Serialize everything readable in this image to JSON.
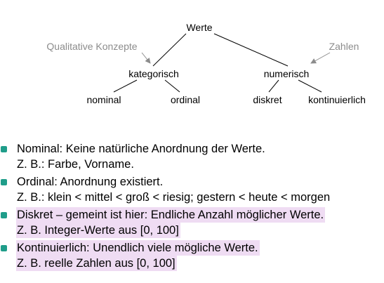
{
  "diagram": {
    "root": "Werte",
    "categories": [
      {
        "label": "kategorisch",
        "children": [
          "nominal",
          "ordinal"
        ]
      },
      {
        "label": "numerisch",
        "children": [
          "diskret",
          "kontinuierlich"
        ]
      }
    ],
    "annotations": [
      {
        "label": "Qualitative Konzepte",
        "points_to": "kategorisch"
      },
      {
        "label": "Zahlen",
        "points_to": "numerisch"
      }
    ]
  },
  "bullets": [
    {
      "line1": "Nominal: Keine natürliche Anordnung der Werte.",
      "line2": "Z. B.: Farbe, Vorname.",
      "highlighted": false
    },
    {
      "line1": "Ordinal: Anordnung existiert.",
      "line2": "Z. B.: klein < mittel < groß < riesig; gestern < heute < morgen",
      "highlighted": false
    },
    {
      "line1": "Diskret – gemeint ist hier: Endliche Anzahl möglicher Werte.",
      "line2": "Z. B. Integer-Werte aus [0, 100]",
      "highlighted": true
    },
    {
      "line1": "Kontinuierlich: Unendlich viele mögliche Werte.",
      "line2": "Z. B. reelle Zahlen aus [0, 100]",
      "highlighted": true
    }
  ],
  "colors": {
    "bullet": "#1f9d8a",
    "highlight": "#efdcf3",
    "annotation": "#8c8c8c",
    "line": "#000000"
  }
}
